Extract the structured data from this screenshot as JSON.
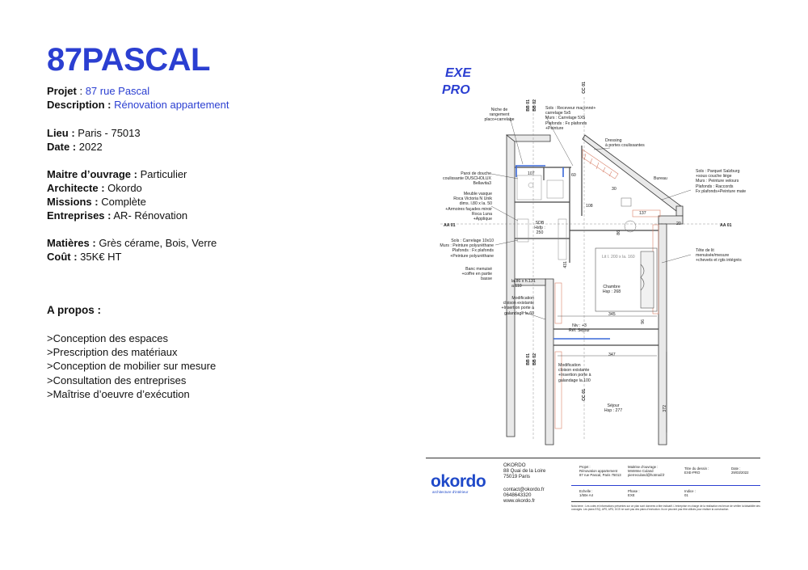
{
  "title": "87PASCAL",
  "info": {
    "projet_k": "Projet",
    "projet_v": "87 rue Pascal",
    "description_k": "Description :",
    "description_v": "Rénovation appartement",
    "lieu_k": "Lieu :",
    "lieu_v": "Paris - 75013",
    "date_k": "Date :",
    "date_v": "2022",
    "maitre_k": "Maitre d’ouvrage :",
    "maitre_v": "Particulier",
    "architecte_k": "Architecte :",
    "architecte_v": "Okordo",
    "missions_k": "Missions :",
    "missions_v": "Complète",
    "entreprises_k": "Entreprises :",
    "entreprises_v": "AR- Rénovation",
    "matieres_k": "Matières :",
    "matieres_v": "Grès cérame, Bois, Verre",
    "cout_k": "Coût :",
    "cout_v": "35K€ HT"
  },
  "apropos": {
    "title": "A propos :",
    "items": [
      ">Conception des espaces",
      ">Prescription des matériaux",
      ">Conception de mobilier sur mesure",
      ">Consultation des entreprises",
      ">Maîtrise d’oeuvre d’exécution"
    ]
  },
  "plan": {
    "exe": "EXE",
    "pro": "PRO",
    "notes": {
      "niche": "Niche de\nrangement\nplaco+carrelage",
      "sols_sdb": "Sols : Receveur maçonné+\ncarrelage 5x5\nMurs : Carrelage 5X5\nPlafonds : Fx plafonds\n+Peinture",
      "dressing": "Dressing\nà portes coulissantes",
      "bureau": "Bureau",
      "sols_parquet": "Sols : Parquet Salzburg\n+sous couche liège\nMurs : Peinture velours\nPlafonds : Raccords\nFx plafonds+Peinture mate",
      "paroi": "Paroi de douche\ncoulissante DUSCHOLUX\nBellavita3",
      "meuble": "Meuble vasque\nRoca Victoria N Unik\ndims. l.80 x la. 50\n+Armoires façades miroir\nRoca Luna\n+Applique",
      "sols_carrelage": "Sols : Carrelage 10x10\nMurs : Peinture polyuréthane\nPlafonds : Fx plafonds\n+Peinture polyuréthane",
      "banc": "Banc menuisé\n+coffre en partie\nbasse",
      "tete_lit": "Tête de lit\nmenuisée/mesure\n+chevets et rgts intégrés",
      "modif1": "Modification\ncloison existante\n+Insertion porte à\ngalandage la.60",
      "modif2": "Modification\ncloison existante\n+Insertion porte à\ngalandage la.100",
      "sdb": "SDB\nHsfp :\n250",
      "chambre": "Chambre\nHsp : 268",
      "niv": "Niv : +3\nRéf. Séjour",
      "sejour": "Séjour\nHsp : 277",
      "lit": "Lit l. 200 x la. 160",
      "porte_dim": "la.86 x h.131\na.110",
      "aa01": "AA 01",
      "bb01": "BB 01",
      "bb02": "BB 02",
      "cc01": "CC 01",
      "dim_107": "107",
      "dim_60": "60",
      "dim_30": "30",
      "dim_137": "137",
      "dim_20": "20",
      "dim_108": "108",
      "dim_345": "345",
      "dim_347": "347",
      "dim_372": "372",
      "dim_431": "431",
      "dim_86": "86",
      "dim_96": "96"
    }
  },
  "titleblock": {
    "logo": "okordo",
    "logo_sub": "architecture d'intérieur",
    "company": "OKORDO\n88 Quai de la Loire\n75019 Paris",
    "contact": "contact@okordo.fr\n0648643320\nwww.okordo.fr",
    "projet": "Projet :\nRénovation appartement\n87 rue Pascal, Paris 75013",
    "maitrise": "Maitrise d'ouvrage :\nMmMme Culand\npierreculand@hotmail.fr",
    "titre": "Titre du dessin :\nEXE-PRO",
    "date": "Date :\n29/03/2022",
    "echelle": "Echelle :\n1/50e A4",
    "phase": "Phase :\nEXE",
    "indice": "Indice :\n01",
    "foot": "Nota bene : Les cotes et informations présentes sur ce plan sont données à titre indicatif. L'entreprise en charge de la réalisation est tenue de vérifier la faisabilité des ouvrages. Les plans ESQ, APS, APD, DCE ne sont pas des plans d'exécution. Ils ne peuvent pas être utilisés pour réaliser la construction."
  },
  "colors": {
    "accent": "#2b3fd1",
    "logo": "#1f49c9",
    "wall_fill": "#e9e9e9",
    "furniture": "#d9826b",
    "water": "#3a68d8"
  }
}
